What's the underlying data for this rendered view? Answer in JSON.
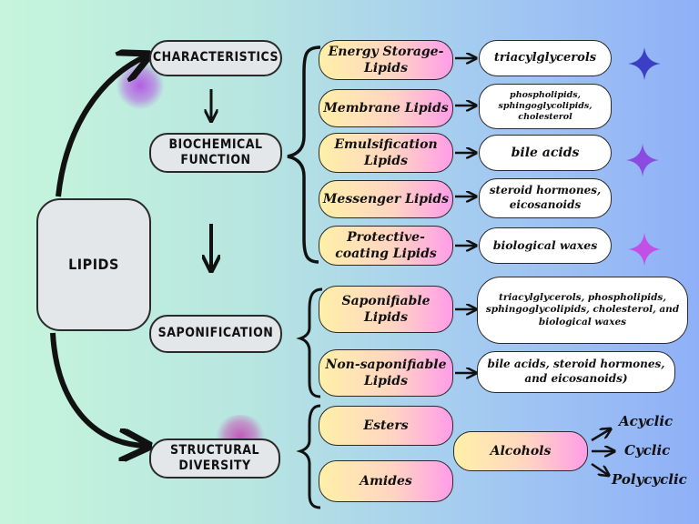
{
  "root": "LIPIDS",
  "left_column": {
    "characteristics": "CHARACTERISTICS",
    "biochemical_function": "BIOCHEMICAL FUNCTION",
    "saponification": "SAPONIFICATION",
    "structural_diversity": "STRUCTURAL DIVERSITY"
  },
  "function_items": [
    {
      "label": "Energy Storage-Lipids",
      "example": "triacylglycerols"
    },
    {
      "label": "Membrane Lipids",
      "example": "phospholipids, sphingoglycolipids, cholesterol"
    },
    {
      "label": "Emulsification Lipids",
      "example": "bile acids"
    },
    {
      "label": "Messenger Lipids",
      "example": "steroid hormones, eicosanoids"
    },
    {
      "label": "Protective-coating Lipids",
      "example": "biological waxes"
    }
  ],
  "saponification_items": [
    {
      "label": "Saponifiable Lipids",
      "example": "triacylglycerols, phospholipids, sphingoglycolipids, cholesterol, and biological waxes"
    },
    {
      "label": "Non-saponifiable Lipids",
      "example": "bile acids, steroid hormones, and eicosanoids)"
    }
  ],
  "structural_items": {
    "esters": "Esters",
    "amides": "Amides",
    "alcohols": "Alcohols",
    "alcohol_types": [
      "Acyclic",
      "Cyclic",
      "Polycyclic"
    ]
  },
  "colors": {
    "sparkle_1": "#3b3fc4",
    "sparkle_2": "#8a4be0",
    "sparkle_3": "#c24fe6",
    "glow": "#b05ee0"
  }
}
